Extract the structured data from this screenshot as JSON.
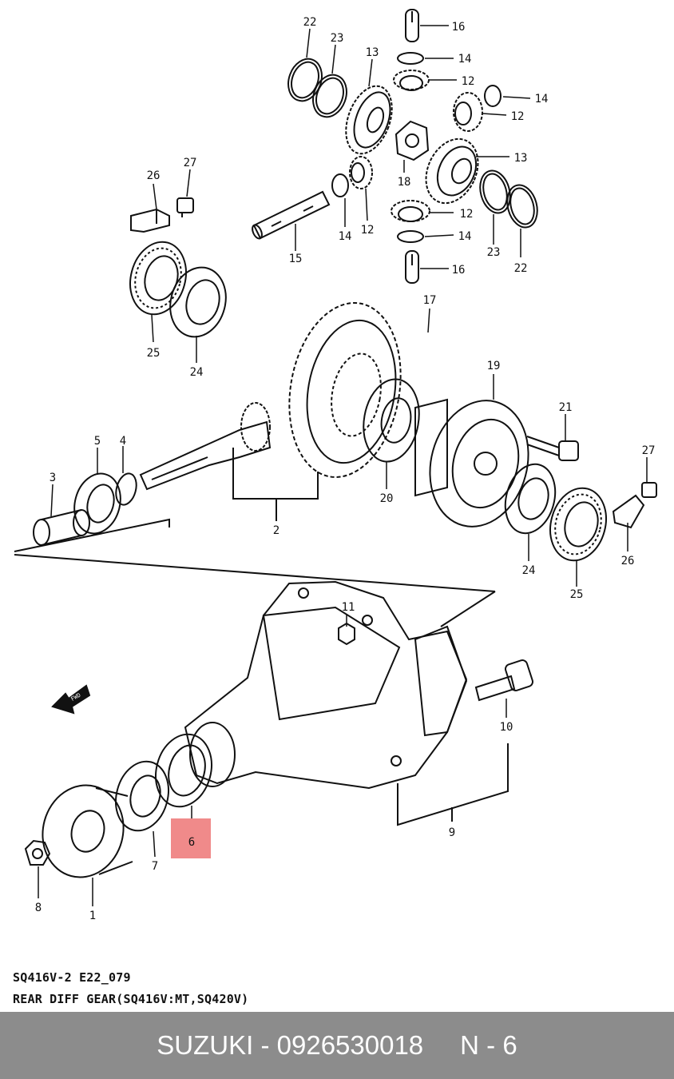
{
  "diagram": {
    "labels": {
      "l1": "1",
      "l2": "2",
      "l3": "3",
      "l4": "4",
      "l5": "5",
      "l6": "6",
      "l7": "7",
      "l8": "8",
      "l9": "9",
      "l10": "10",
      "l11": "11",
      "l12a": "12",
      "l12b": "12",
      "l12c": "12",
      "l12d": "12",
      "l13a": "13",
      "l13b": "13",
      "l14a": "14",
      "l14b": "14",
      "l14c": "14",
      "l14d": "14",
      "l15": "15",
      "l16a": "16",
      "l16b": "16",
      "l17": "17",
      "l18": "18",
      "l19": "19",
      "l20": "20",
      "l21": "21",
      "l22a": "22",
      "l22b": "22",
      "l23a": "23",
      "l23b": "23",
      "l24a": "24",
      "l24b": "24",
      "l25a": "25",
      "l25b": "25",
      "l26a": "26",
      "l26b": "26",
      "l27a": "27",
      "l27b": "27"
    },
    "highlight_label": "6",
    "highlight_color": "#f08a8a",
    "direction_arrow_text": "FWD"
  },
  "caption": {
    "code": "SQ416V-2 E22_079",
    "title": "REAR DIFF GEAR(SQ416V:MT,SQ420V)"
  },
  "footer": {
    "part_code": "SUZUKI - 0926530018",
    "position": "N - 6",
    "background": "#8c8c8c"
  }
}
